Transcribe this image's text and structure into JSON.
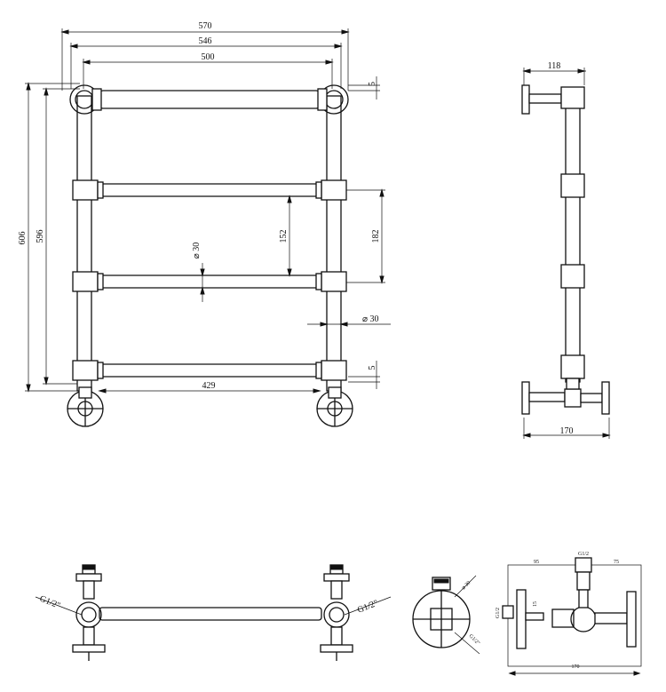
{
  "front_view": {
    "width_overall": "570",
    "width_centres": "546",
    "width_inner": "500",
    "height_overall": "606",
    "height_centres": "596",
    "rail_diameter": "⌀ 30",
    "upright_diameter": "⌀ 30",
    "rail_spacing_inner": "152",
    "rail_spacing_centres": "182",
    "top_gap": "5",
    "bottom_gap": "5",
    "bottom_rail_length": "429"
  },
  "side_view": {
    "wall_projection_top": "118",
    "wall_projection_bottom": "170"
  },
  "plan_view": {
    "thread_left": "G1/2\"",
    "thread_right": "G1/2\""
  },
  "valve_end_view": {
    "diameter": "⌀ 30",
    "thread": "G1/2\""
  },
  "valve_side_view": {
    "dim_left": "95",
    "dim_top": "G1/2",
    "dim_right": "75",
    "dim_thread": "G1/2",
    "dim_small": "15",
    "dim_total": "170"
  }
}
